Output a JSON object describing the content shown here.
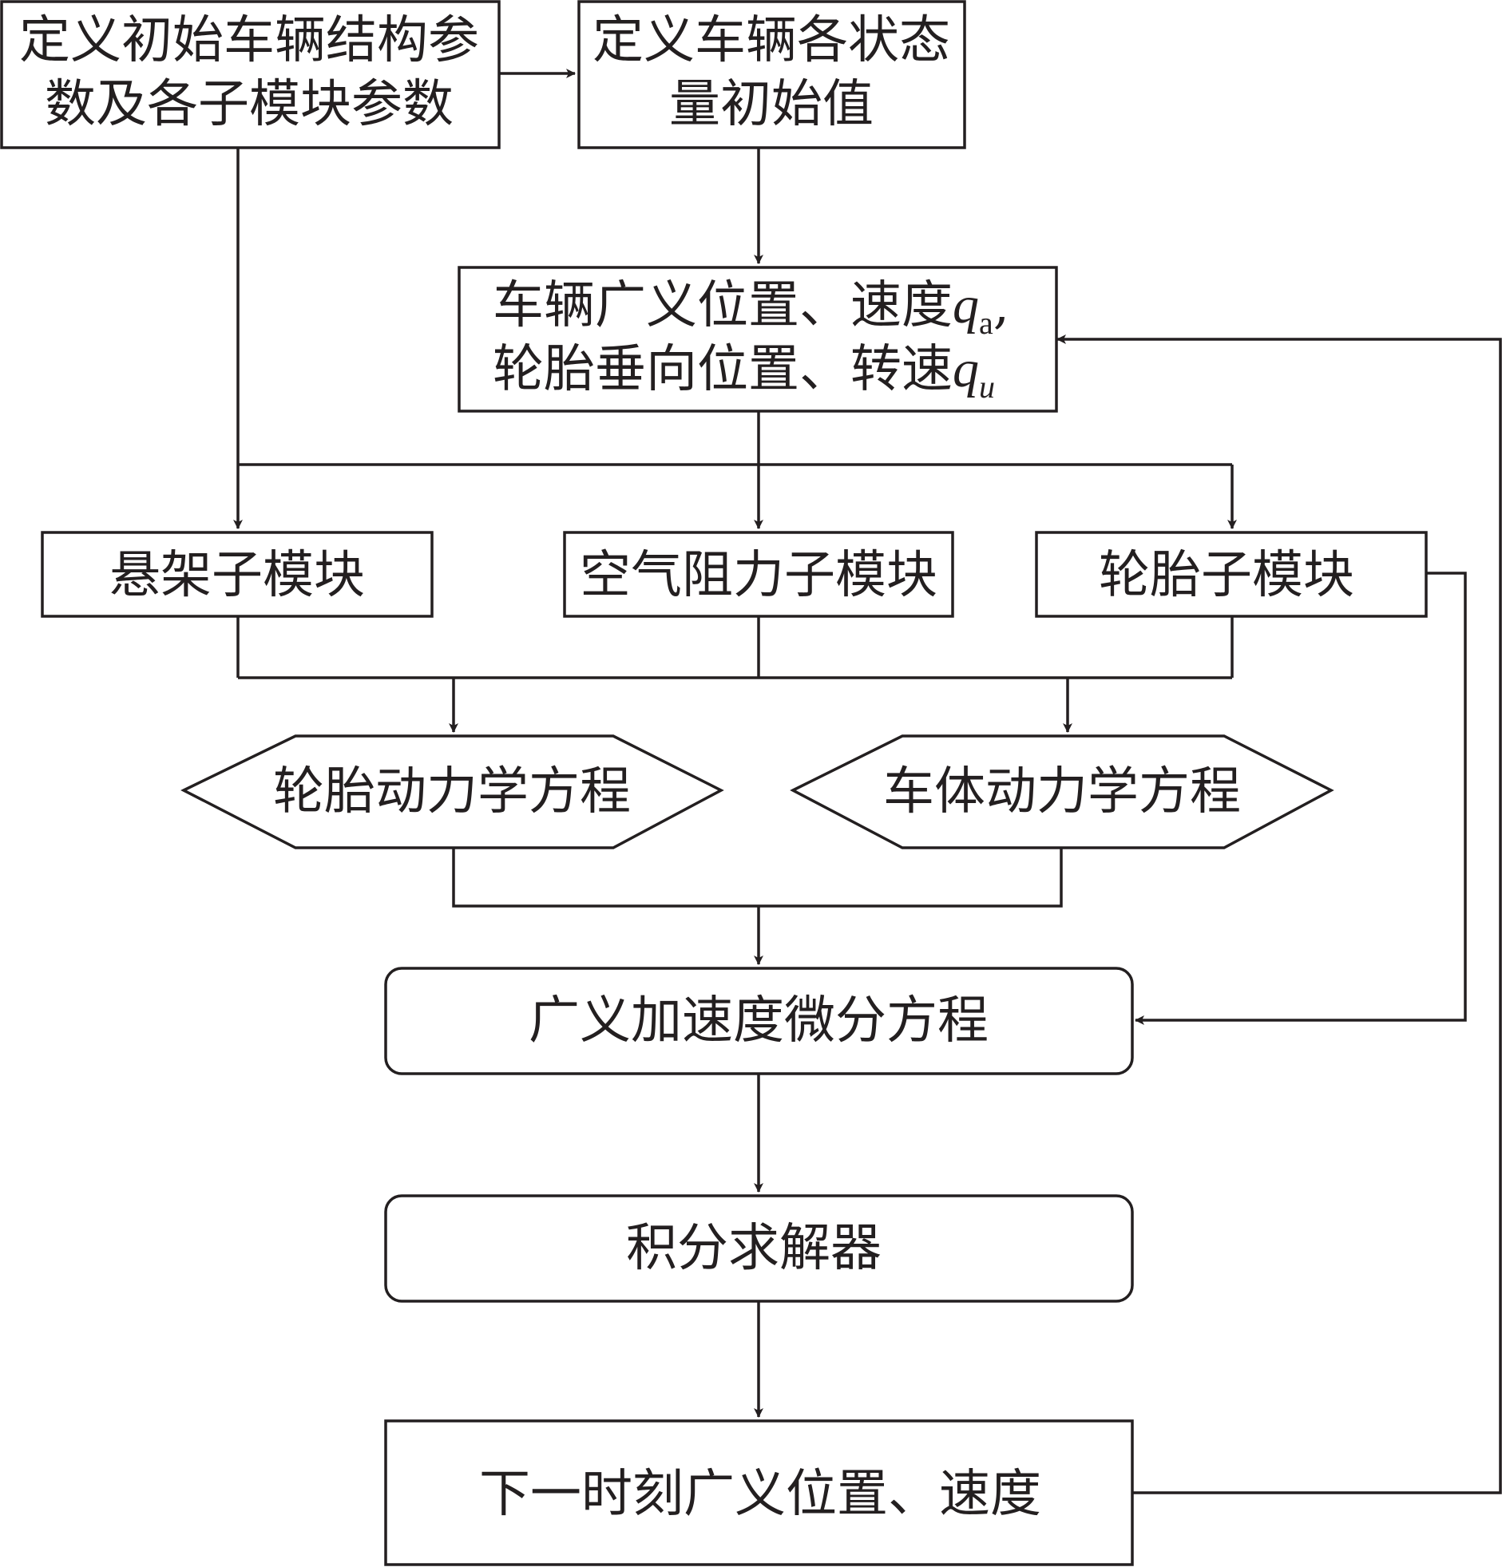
{
  "nodes": {
    "define_params": {
      "line1": "定义初始车辆结构参",
      "line2": "数及各子模块参数"
    },
    "define_states": {
      "line1": "定义车辆各状态",
      "line2": "量初始值"
    },
    "vehicle_state": {
      "line1_text": "车辆广义位置、速度",
      "line1_symbol": "q",
      "line1_subscript": "a",
      "line1_suffix": ",",
      "line2_text": "轮胎垂向位置、转速",
      "line2_symbol": "q",
      "line2_subscript": "u"
    },
    "suspension": "悬架子模块",
    "aero": "空气阻力子模块",
    "tire": "轮胎子模块",
    "tire_dynamics": "轮胎动力学方程",
    "body_dynamics": "车体动力学方程",
    "accel_ode": "广义加速度微分方程",
    "solver": "积分求解器",
    "next_state": "下一时刻广义位置、速度"
  },
  "colors": {
    "stroke": "#231f20",
    "fill": "#ffffff"
  }
}
